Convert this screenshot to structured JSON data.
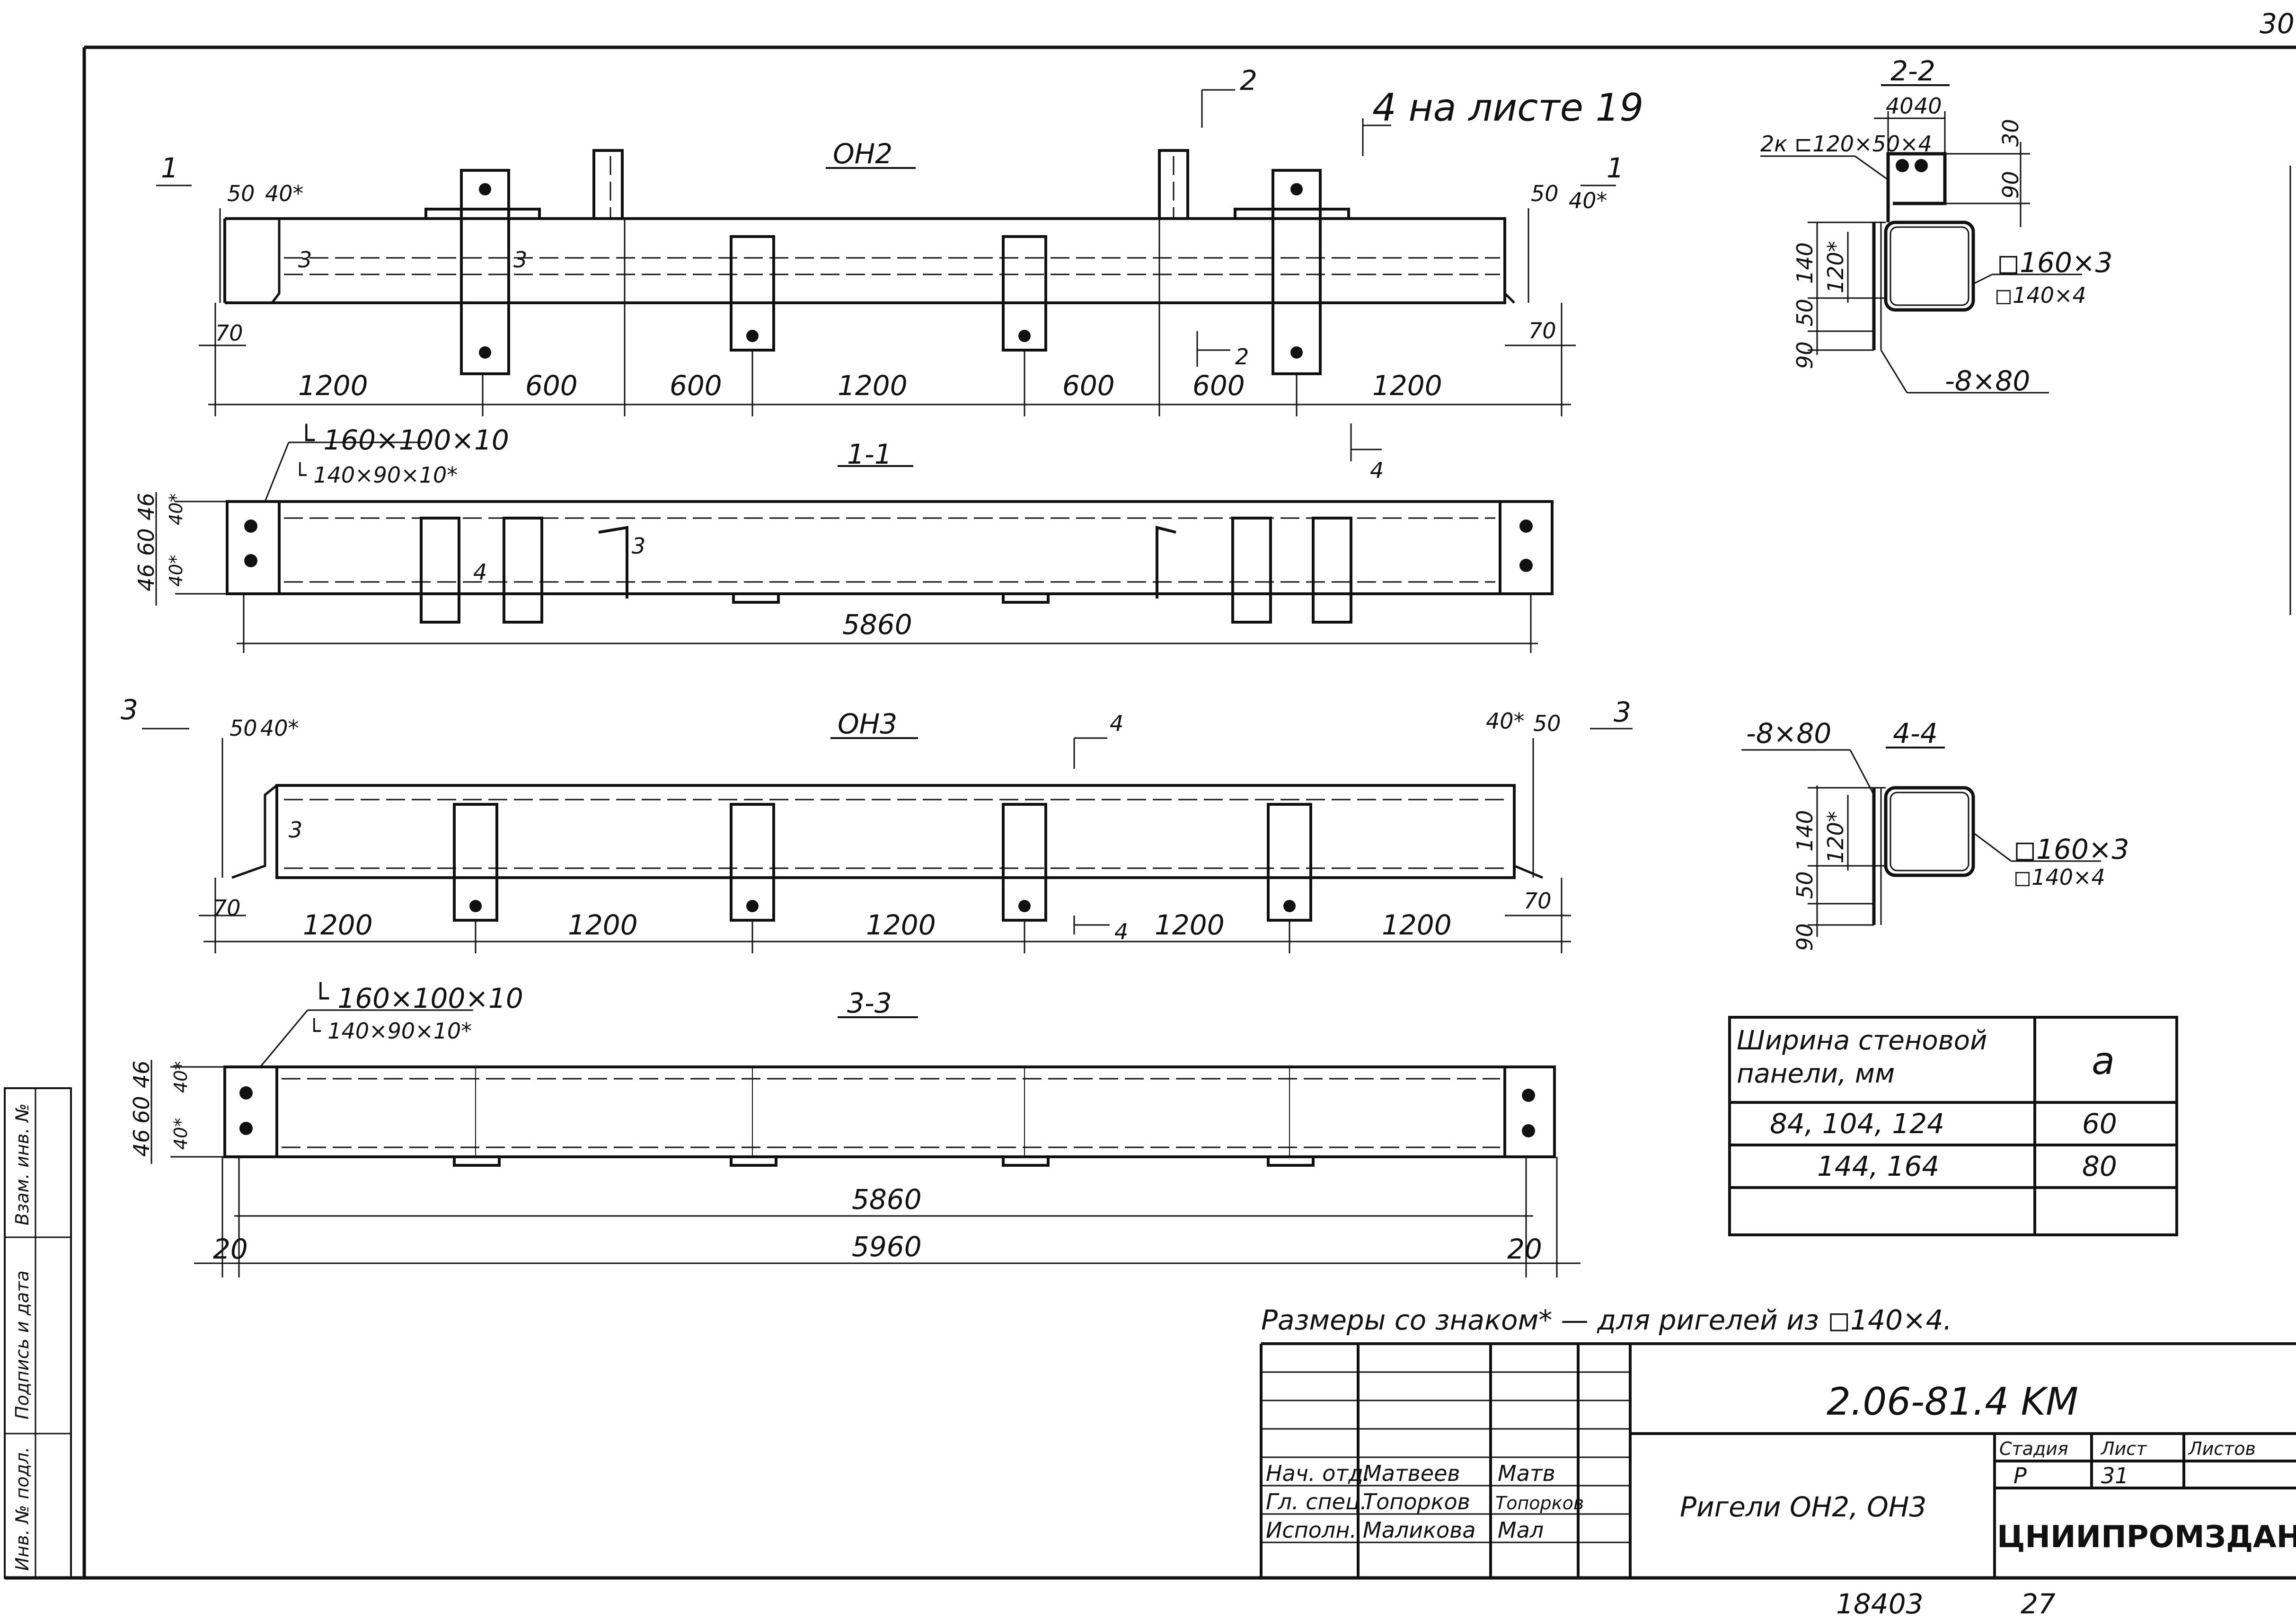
{
  "sheet": {
    "corner_number": "30",
    "doc_code": "2.06-81.4 KM",
    "title": "Ригели ОН2, ОН3",
    "company": "ЦНИИПРОМЗДАНИЙ",
    "footer_number": "18403",
    "footer_number_2": "27",
    "note": "Размеры со знаком* — для ригелей из ◻140×4.",
    "side_labels": [
      "Взам. инв. №",
      "Подпись и дата",
      "Инв. № подл."
    ],
    "signatures": [
      {
        "role": "Нач. отд.",
        "name": "Матвеев",
        "sign": "Матв"
      },
      {
        "role": "Гл. спец.",
        "name": "Топорков",
        "sign": "Топорков"
      },
      {
        "role": "Исполн.",
        "name": "Маликова",
        "sign": "Мал"
      }
    ],
    "stage": {
      "h_stage": "Стадия",
      "h_sheet": "Лист",
      "h_sheets": "Листов",
      "stage": "Р",
      "sheet": "31",
      "sheets": ""
    }
  },
  "views": {
    "oh2": {
      "title": "ОН2",
      "ref": "4 на листе 19",
      "dims": [
        "1200",
        "600",
        "600",
        "1200",
        "600",
        "600",
        "1200"
      ],
      "labels": {
        "d50": "50",
        "d40": "40*",
        "d70": "70",
        "part": "3",
        "cut1": "1",
        "cut2": "2"
      }
    },
    "s11": {
      "title": "1-1",
      "angle": "└ 160×100×10",
      "angle2": "└ 140×90×10*",
      "length": "5860",
      "vdims": [
        "46",
        "60",
        "46",
        "40*",
        "40*"
      ],
      "part3": "3",
      "part4": "4",
      "cut4": "4"
    },
    "oh3": {
      "title": "ОН3",
      "dims": [
        "1200",
        "1200",
        "1200",
        "1200",
        "1200"
      ],
      "labels": {
        "d50": "50",
        "d40": "40*",
        "d70": "70",
        "part": "3",
        "cut3": "3",
        "cut4": "4"
      }
    },
    "s33": {
      "title": "3-3",
      "angle": "└ 160×100×10",
      "angle2": "└ 140×90×10*",
      "length1": "5860",
      "length2": "5960",
      "end": "20",
      "vdims": [
        "46",
        "60",
        "46",
        "40*",
        "40*"
      ]
    },
    "s22": {
      "title": "2-2",
      "channel": "2к ⊏120×50×4",
      "tube": "◻160×3",
      "tube2": "◻140×4",
      "plate": "-8×80",
      "top_dims": [
        "40",
        "40"
      ],
      "right_dims": [
        "30",
        "90"
      ],
      "left_dims": [
        "140",
        "120*",
        "50",
        "90"
      ]
    },
    "s44": {
      "title": "4-4",
      "plate": "-8×80",
      "tube": "◻160×3",
      "tube2": "◻140×4",
      "left_dims": [
        "140",
        "120*",
        "50",
        "90"
      ]
    }
  },
  "table": {
    "header": "Ширина стеновой панели, мм",
    "header_a": "а",
    "rows": [
      {
        "w": "84, 104, 124",
        "a": "60"
      },
      {
        "w": "144, 164",
        "a": "80"
      },
      {
        "w": "",
        "a": ""
      }
    ]
  }
}
